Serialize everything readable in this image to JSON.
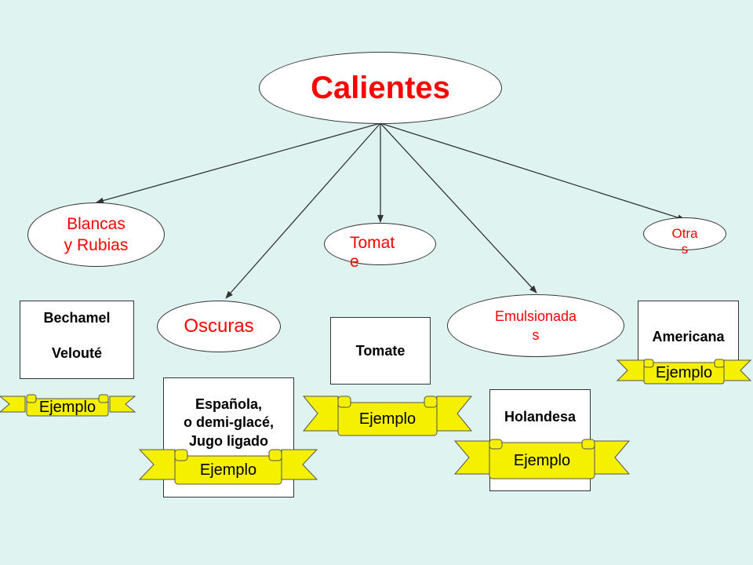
{
  "root": {
    "label": "Calientes"
  },
  "categories": {
    "blancas": "Blancas\ny Rubias",
    "oscuras": "Oscuras",
    "tomate": "Tomat\ne",
    "emulsionadas": "Emulsionada\ns",
    "otras": "Otra\ns"
  },
  "examples": {
    "bechamel": "Bechamel\n\nVelouté",
    "espanola": "Española,\n o demi-glacé,\nJugo ligado",
    "tomate": "Tomate",
    "holandesa": "Holandesa",
    "americana": "Americana"
  },
  "banner_label": "Ejemplo",
  "colors": {
    "background": "#dff4f1",
    "root_text": "#ff0000",
    "category_text": "#ff0000",
    "banner_fill": "#f5f000"
  }
}
